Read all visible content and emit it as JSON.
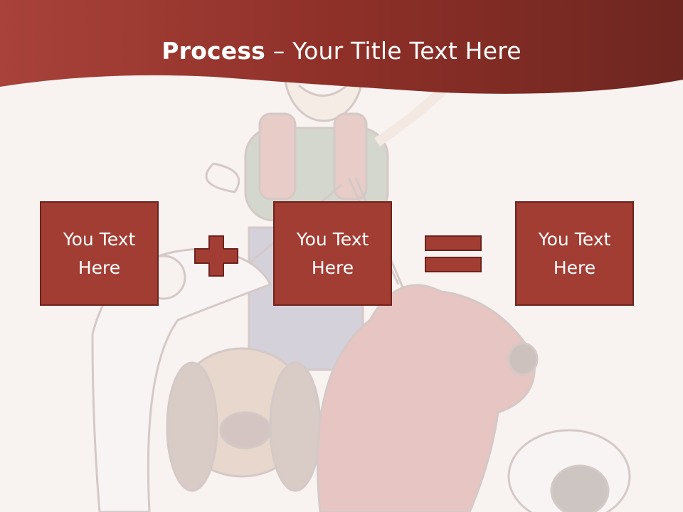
{
  "slide": {
    "title_bold": "Process",
    "title_rest": " – Your Title Text Here",
    "boxes": [
      {
        "label": "You Text Here"
      },
      {
        "label": "You Text Here"
      },
      {
        "label": "You Text Here"
      }
    ],
    "operators": [
      "plus-icon",
      "equals-icon"
    ],
    "background_illustration": "cartoon dog walker with dogs",
    "colors": {
      "banner": "#8e3028",
      "box_fill": "#a23d33",
      "box_border": "#6e221c",
      "background": "#f8f2f1"
    }
  }
}
